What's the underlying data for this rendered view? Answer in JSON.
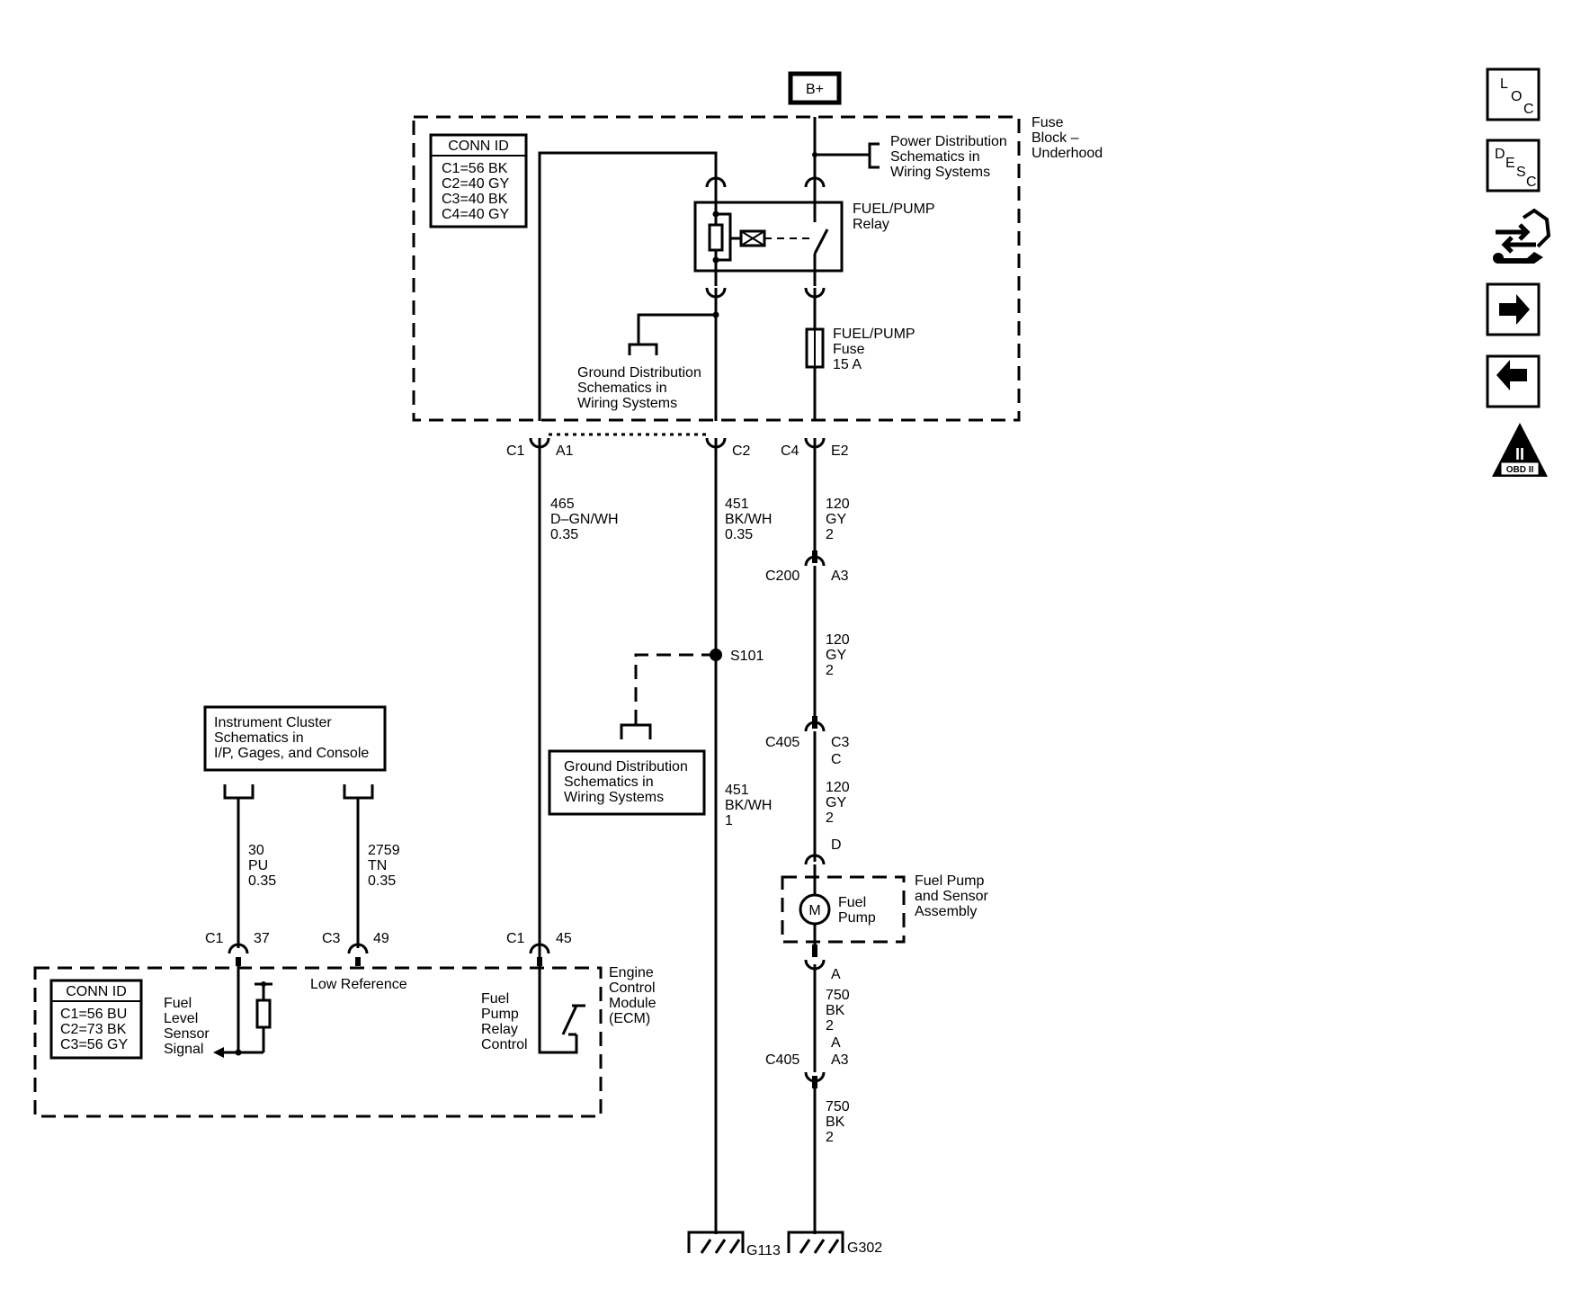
{
  "supply": {
    "bplus": "B+"
  },
  "fuse_block": {
    "title": [
      "Fuse",
      "Block –",
      "Underhood"
    ],
    "conn_id_title": "CONN ID",
    "conn_ids": [
      "C1=56 BK",
      "C2=40 GY",
      "C3=40 BK",
      "C4=40 GY"
    ],
    "power_dist": [
      "Power Distribution",
      "Schematics in",
      "Wiring Systems"
    ],
    "relay": [
      "FUEL/PUMP",
      "Relay"
    ],
    "fuse": [
      "FUEL/PUMP",
      "Fuse",
      "15 A"
    ],
    "ground_dist": [
      "Ground Distribution",
      "Schematics in",
      "Wiring Systems"
    ]
  },
  "connectors": {
    "c1": "C1",
    "a1": "A1",
    "c2": "C2",
    "c4": "C4",
    "e2": "E2",
    "c200": "C200",
    "a3_top": "A3",
    "s101": "S101",
    "c405_top": "C405",
    "c3": "C3",
    "c_pin": "C",
    "d_pin": "D",
    "a_pin1": "A",
    "a_pin2": "A",
    "c405_bot": "C405",
    "a3_bot": "A3",
    "ecm_c1_a": "C1",
    "pin37": "37",
    "ecm_c3": "C3",
    "pin49": "49",
    "ecm_c1_b": "C1",
    "pin45": "45"
  },
  "wires": {
    "w465": [
      "465",
      "D–GN/WH",
      "0.35"
    ],
    "w451a": [
      "451",
      "BK/WH",
      "0.35"
    ],
    "w451b": [
      "451",
      "BK/WH",
      "1"
    ],
    "w120a": [
      "120",
      "GY",
      "2"
    ],
    "w120b": [
      "120",
      "GY",
      "2"
    ],
    "w120c": [
      "120",
      "GY",
      "2"
    ],
    "w750a": [
      "750",
      "BK",
      "2"
    ],
    "w750b": [
      "750",
      "BK",
      "2"
    ],
    "w30": [
      "30",
      "PU",
      "0.35"
    ],
    "w2759": [
      "2759",
      "TN",
      "0.35"
    ]
  },
  "ground_dist_2": [
    "Ground Distribution",
    "Schematics in",
    "Wiring Systems"
  ],
  "instrument_cluster": [
    "Instrument Cluster",
    "Schematics in",
    "I/P, Gages, and Console"
  ],
  "fuel_pump": {
    "assembly": [
      "Fuel Pump",
      "and Sensor",
      "Assembly"
    ],
    "motor_letter": "M",
    "pump_label": [
      "Fuel",
      "Pump"
    ]
  },
  "ecm": {
    "title": [
      "Engine",
      "Control",
      "Module",
      "(ECM)"
    ],
    "conn_id_title": "CONN ID",
    "conn_ids": [
      "C1=56 BU",
      "C2=73 BK",
      "C3=56 GY"
    ],
    "low_reference": "Low Reference",
    "fuel_level": [
      "Fuel",
      "Level",
      "Sensor",
      "Signal"
    ],
    "relay_control": [
      "Fuel",
      "Pump",
      "Relay",
      "Control"
    ]
  },
  "grounds": {
    "g113": "G113",
    "g302": "G302"
  },
  "nav": {
    "loc": [
      "L",
      "O",
      "C"
    ],
    "desc": [
      "D",
      "E",
      "S",
      "C"
    ],
    "obd": "OBD II",
    "obd_mark": "II"
  },
  "icons": [
    "location-icon",
    "description-icon",
    "connector-tools-icon",
    "next-arrow-icon",
    "previous-arrow-icon",
    "obd-ii-icon"
  ]
}
